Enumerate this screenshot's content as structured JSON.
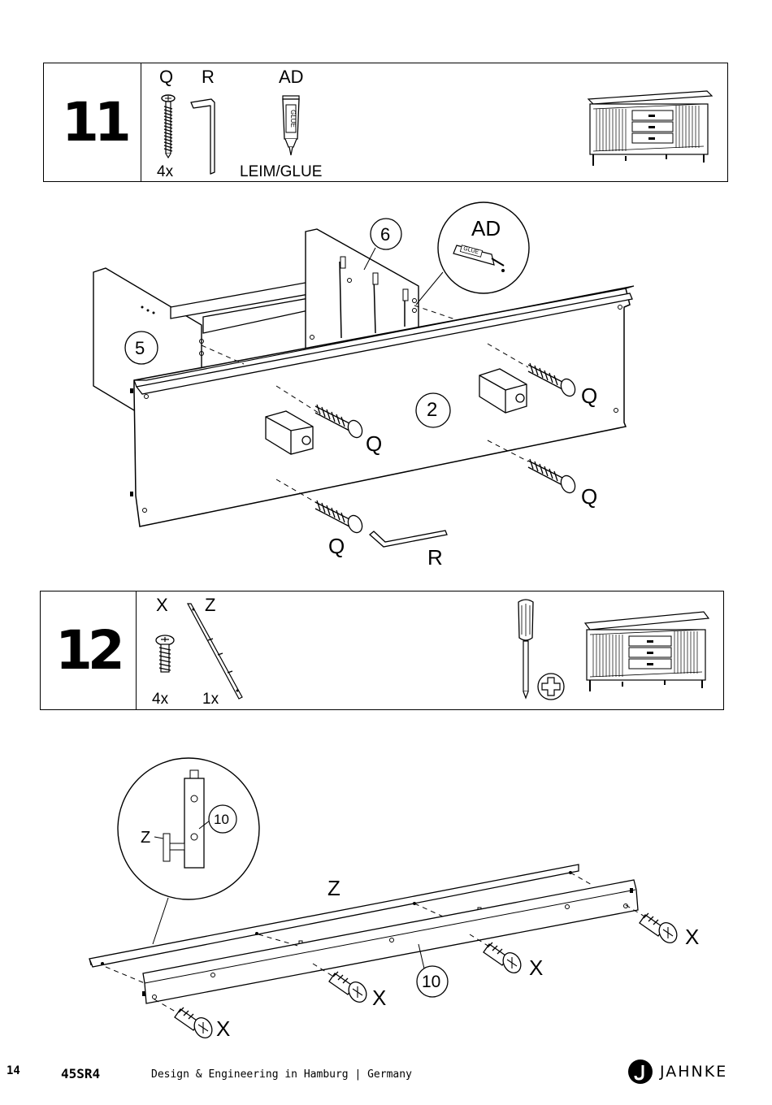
{
  "step11": {
    "number": "11",
    "parts": [
      {
        "letter": "Q",
        "qty": "4x"
      },
      {
        "letter": "R",
        "qty": ""
      },
      {
        "letter": "AD",
        "qty": "LEIM/GLUE"
      }
    ]
  },
  "diagram11": {
    "panel_ids": [
      "6",
      "5",
      "2"
    ],
    "callout_letter": "AD",
    "glue_label": "GLUE",
    "part_labels": [
      "Q",
      "Q",
      "Q",
      "Q",
      "R"
    ]
  },
  "step12": {
    "number": "12",
    "parts": [
      {
        "letter": "X",
        "qty": "4x"
      },
      {
        "letter": "Z",
        "qty": "1x"
      }
    ]
  },
  "diagram12": {
    "detail_labels": [
      "Z",
      "10"
    ],
    "rail_label": "Z",
    "panel_id": "10",
    "screw_labels": [
      "X",
      "X",
      "X",
      "X"
    ]
  },
  "footer": {
    "page": "14",
    "model": "45SR4",
    "tagline": "Design & Engineering in Hamburg | Germany",
    "brand": "JAHNKE"
  }
}
